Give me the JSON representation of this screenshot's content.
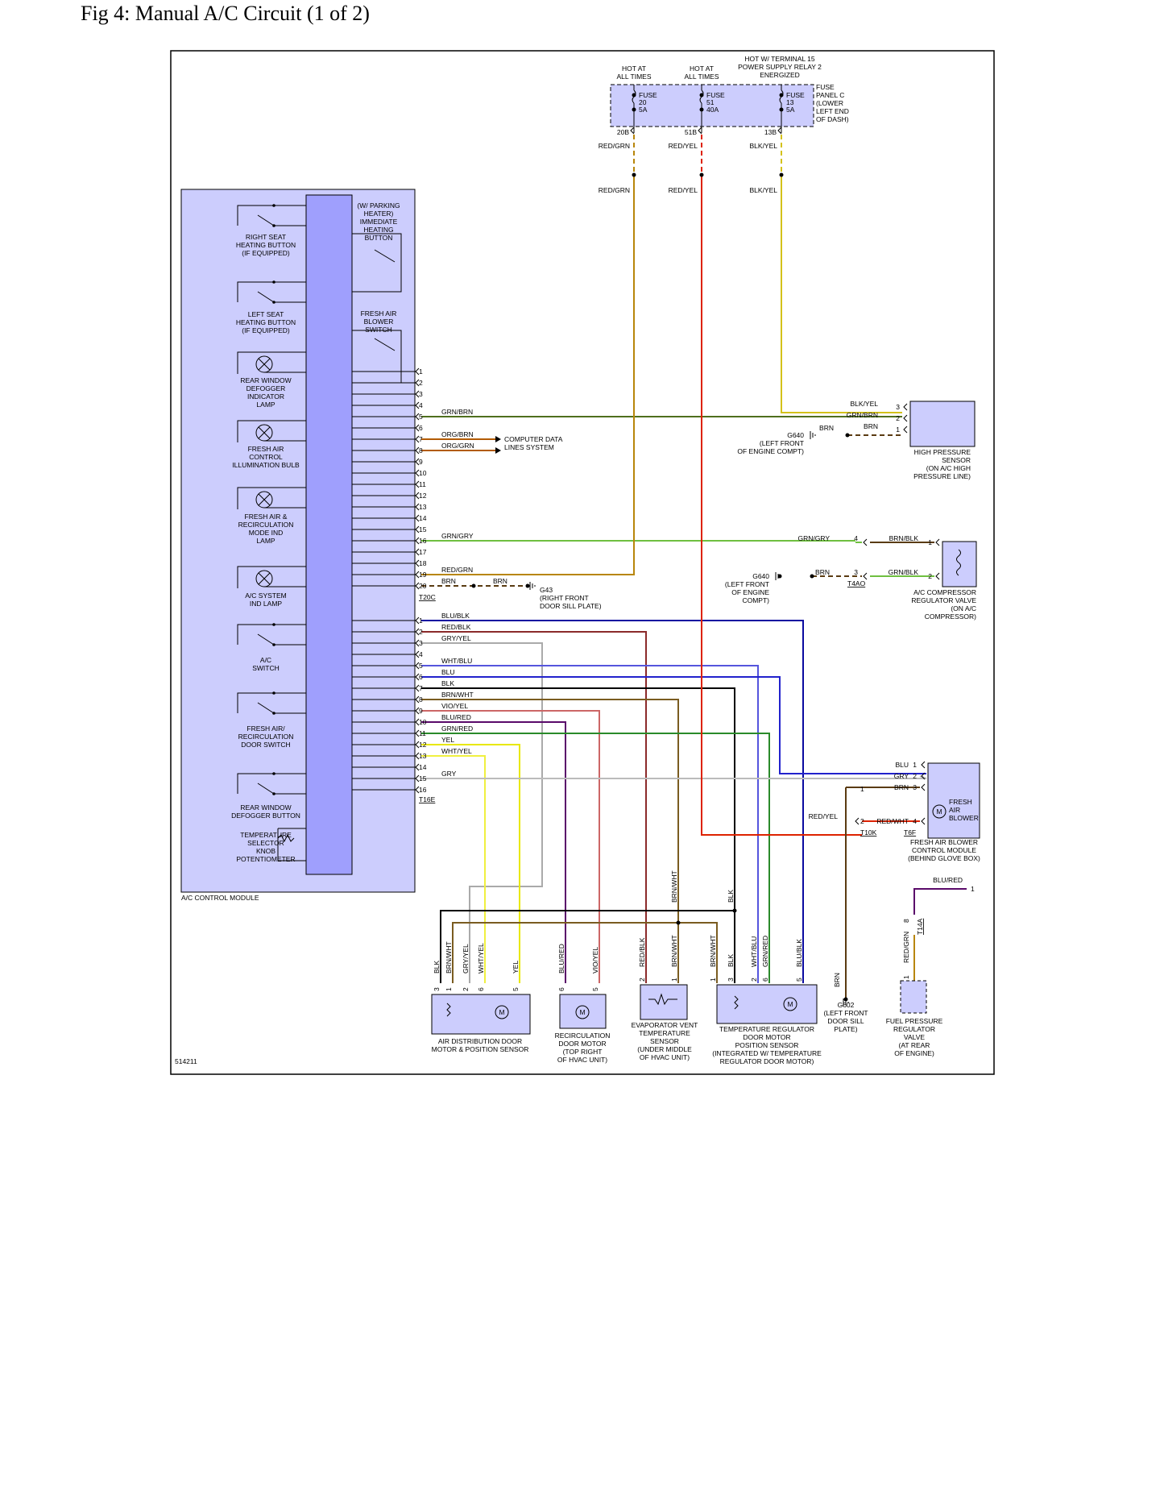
{
  "title": "Fig 4: Manual A/C Circuit (1 of 2)",
  "figure_id": "514211",
  "colors": {
    "module_fill": "#cccdfd",
    "module_bus": "#9f9ffd",
    "GRN/BRN": "#4f6f1e",
    "ORG/BRN": "#b25b00",
    "ORG/GRN": "#b25b00",
    "GRN/GRY": "#6fbf40",
    "RED/GRN": "#b8860b",
    "BRN": "#5a3b12",
    "BLU/BLK": "#0a0aa0",
    "RED/BLK": "#8b2a2a",
    "GRY/YEL": "#aaaaaa",
    "YEL": "#e8e800",
    "WHT/BLU": "#5555dd",
    "BLU": "#2222cc",
    "BLK": "#000000",
    "BRN/WHT": "#7a5c20",
    "VIO/YEL": "#cc6666",
    "BLU/RED": "#5a0a6a",
    "GRN/RED": "#2a8a2a",
    "WHT/YEL": "#f0f040",
    "GRY": "#bbbbbb",
    "RED/YEL": "#dd2200",
    "RED/WHT": "#dd2200",
    "BLK/YEL": "#d4c21a"
  },
  "power": {
    "hot_labels": [
      "HOT AT\nALL TIMES",
      "HOT AT\nALL TIMES",
      "HOT W/ TERMINAL 15\nPOWER SUPPLY RELAY 2\nENERGIZED"
    ],
    "fuses": [
      {
        "name": "FUSE",
        "number": "20",
        "rating": "5A",
        "terminal": "20B",
        "wire": "RED/GRN"
      },
      {
        "name": "FUSE",
        "number": "51",
        "rating": "40A",
        "terminal": "51B",
        "wire": "RED/YEL"
      },
      {
        "name": "FUSE",
        "number": "13",
        "rating": "5A",
        "terminal": "13B",
        "wire": "BLK/YEL"
      }
    ],
    "fuse_panel_label": "FUSE\nPANEL C\n(LOWER\nLEFT END\nOF DASH)"
  },
  "module": {
    "name": "A/C CONTROL MODULE",
    "left_items": [
      "RIGHT SEAT\nHEATING BUTTON\n(IF EQUIPPED)",
      "LEFT SEAT\nHEATING BUTTON\n(IF EQUIPPED)",
      "REAR WINDOW\nDEFOGGER\nINDICATOR\nLAMP",
      "FRESH AIR\nCONTROL\nILLUMINATION BULB",
      "FRESH AIR &\nRECIRCULATION\nMODE IND\nLAMP",
      "A/C SYSTEM\nIND LAMP",
      "A/C\nSWITCH",
      "FRESH AIR/\nRECIRCULATION\nDOOR SWITCH",
      "REAR WINDOW\nDEFOGGER BUTTON",
      "TEMPERATURE\nSELECTOR\nKNOB\nPOTENTIOMETER"
    ],
    "right_items": [
      "(W/ PARKING\nHEATER)\nIMMEDIATE\nHEATING\nBUTTON",
      "FRESH AIR\nBLOWER\nSWITCH"
    ],
    "connector_1": "T20C",
    "connector_2": "T16E"
  },
  "connector_t20c_pins": [
    {
      "pin": "1"
    },
    {
      "pin": "2"
    },
    {
      "pin": "3"
    },
    {
      "pin": "4"
    },
    {
      "pin": "5",
      "wire": "GRN/BRN"
    },
    {
      "pin": "6"
    },
    {
      "pin": "7",
      "wire": "ORG/BRN"
    },
    {
      "pin": "8",
      "wire": "ORG/GRN"
    },
    {
      "pin": "9"
    },
    {
      "pin": "10"
    },
    {
      "pin": "11"
    },
    {
      "pin": "12"
    },
    {
      "pin": "13"
    },
    {
      "pin": "14"
    },
    {
      "pin": "15"
    },
    {
      "pin": "16",
      "wire": "GRN/GRY"
    },
    {
      "pin": "17"
    },
    {
      "pin": "18"
    },
    {
      "pin": "19",
      "wire": "RED/GRN"
    },
    {
      "pin": "20",
      "wire": "BRN"
    }
  ],
  "connector_t16e_pins": [
    {
      "pin": "1",
      "wire": "BLU/BLK"
    },
    {
      "pin": "2",
      "wire": "RED/BLK"
    },
    {
      "pin": "3",
      "wire": "GRY/YEL"
    },
    {
      "pin": "4"
    },
    {
      "pin": "5",
      "wire": "WHT/BLU"
    },
    {
      "pin": "6",
      "wire": "BLU"
    },
    {
      "pin": "7",
      "wire": "BLK"
    },
    {
      "pin": "8",
      "wire": "BRN/WHT"
    },
    {
      "pin": "9",
      "wire": "VIO/YEL"
    },
    {
      "pin": "10",
      "wire": "BLU/RED"
    },
    {
      "pin": "11",
      "wire": "GRN/RED"
    },
    {
      "pin": "12",
      "wire": "YEL"
    },
    {
      "pin": "13",
      "wire": "WHT/YEL"
    },
    {
      "pin": "14"
    },
    {
      "pin": "15",
      "wire": "GRY"
    },
    {
      "pin": "16"
    }
  ],
  "computer_data": "COMPUTER DATA\nLINES SYSTEM",
  "grounds": {
    "g43": "G43\n(RIGHT FRONT\nDOOR SILL PLATE)",
    "g640_a": "G640\n(LEFT FRONT\nOF ENGINE COMPT)",
    "g640_b": "G640\n(LEFT FRONT\nOF ENGINE\nCOMPT)",
    "g602": "G602\n(LEFT FRONT\nDOOR SILL\nPLATE)"
  },
  "components": {
    "high_pressure_sensor": "HIGH PRESSURE\nSENSOR\n(ON A/C HIGH\nPRESSURE LINE)",
    "compressor_valve": "A/C COMPRESSOR\nREGULATOR VALVE\n(ON A/C\nCOMPRESSOR)",
    "compressor_connector": "T4AO",
    "fresh_air_blower": "FRESH\nAIR\nBLOWER",
    "blower_module": "FRESH AIR BLOWER\nCONTROL MODULE\n(BEHIND GLOVE BOX)",
    "blower_connectors": [
      "T10K",
      "T6F"
    ],
    "air_distribution": "AIR DISTRIBUTION DOOR\nMOTOR & POSITION SENSOR",
    "recirculation": "RECIRCULATION\nDOOR MOTOR\n(TOP RIGHT\nOF HVAC UNIT)",
    "evaporator": "EVAPORATOR VENT\nTEMPERATURE\nSENSOR\n(UNDER MIDDLE\nOF HVAC UNIT)",
    "temp_regulator": "TEMPERATURE REGULATOR\nDOOR MOTOR\nPOSITION SENSOR\n(INTEGRATED W/ TEMPERATURE\nREGULATOR DOOR MOTOR)",
    "fuel_pressure": "FUEL PRESSURE\nREGULATOR\nVALVE\n(AT REAR\nOF ENGINE)",
    "fuel_connector": "T14A"
  },
  "wire_labels": {
    "sensor_wires": [
      {
        "pin": "3",
        "wire": "BLK/YEL"
      },
      {
        "pin": "2",
        "wire": "GRN/BRN"
      },
      {
        "pin": "1",
        "wire": "BRN"
      }
    ],
    "valve_wires": [
      {
        "pin": "1",
        "wire": "BRN/BLK"
      },
      {
        "pin": "2",
        "wire": "GRN/BLK"
      }
    ],
    "valve_module_wires": [
      {
        "pin": "4",
        "wire": "GRN/GRY"
      },
      {
        "pin": "3",
        "wire": "BRN"
      }
    ],
    "blower_wires": [
      {
        "pin": "1",
        "wire": "BLU"
      },
      {
        "pin": "2",
        "wire": "GRY"
      },
      {
        "pin": "3",
        "wire": "BRN"
      },
      {
        "pin": "4",
        "wire": "RED/WHT"
      }
    ],
    "blower_t10k": [
      {
        "pin": "1"
      },
      {
        "pin": "2",
        "wire": "RED/YEL"
      }
    ],
    "fuel_top": {
      "pin": "1",
      "wire": "BLU/RED"
    },
    "fuel_bottom": [
      {
        "pin": "8",
        "wire": "RED/GRN"
      },
      {
        "pin": "1"
      }
    ],
    "air_dist_pins": [
      {
        "pin": "3",
        "wire": "BLK"
      },
      {
        "pin": "1",
        "wire": "BRN/WHT"
      },
      {
        "pin": "2",
        "wire": "GRY/YEL"
      },
      {
        "pin": "6",
        "wire": "WHT/YEL"
      },
      {
        "pin": "5",
        "wire": "YEL"
      }
    ],
    "recirc_pins": [
      {
        "pin": "6",
        "wire": "BLU/RED"
      },
      {
        "pin": "5",
        "wire": "VIO/YEL"
      }
    ],
    "evap_pins": [
      {
        "pin": "2",
        "wire": "RED/BLK"
      },
      {
        "pin": "1",
        "wire": "BRN/WHT"
      }
    ],
    "temp_pins": [
      {
        "pin": "1",
        "wire": "BRN/WHT"
      },
      {
        "pin": "3",
        "wire": "BLK"
      },
      {
        "pin": "2",
        "wire": "WHT/BLU"
      },
      {
        "pin": "6",
        "wire": "GRN/RED"
      },
      {
        "pin": "5",
        "wire": "BLU/BLK"
      }
    ],
    "g602_wire": "BRN",
    "splice_brnwht": "BRN/WHT",
    "splice_blk": "BLK"
  }
}
